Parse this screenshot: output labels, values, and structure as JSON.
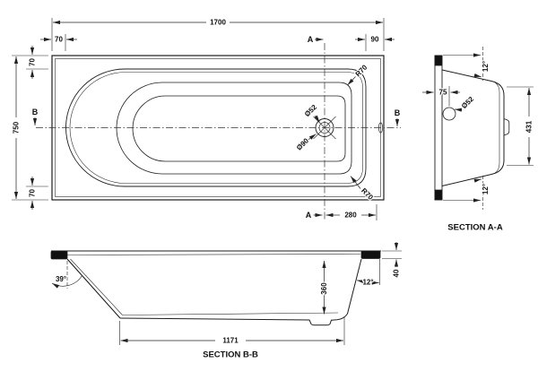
{
  "drawing": {
    "background": "#ffffff",
    "line_color": "#1d1d1d",
    "fill_color": "#111111"
  },
  "plan": {
    "length_dim": "1700",
    "left_rim_dim": "70",
    "right_rim_dim": "90",
    "width_dim": "750",
    "top_rim_dim": "70",
    "bottom_rim_dim": "70",
    "section_marker_a_top": "A",
    "section_marker_a_bottom": "A",
    "section_marker_b_left": "B",
    "section_marker_b_right": "B",
    "drain_offset_dim": "280",
    "corner_radius_top": "R70",
    "corner_radius_bottom": "R70",
    "drain_diameter": "Ø52",
    "waste_diameter": "Ø90"
  },
  "section_aa": {
    "title": "SECTION A-A",
    "top_angle": "12°",
    "bottom_angle": "12°",
    "overflow_offset_dim": "75",
    "overflow_diameter": "Ø52",
    "base_width_dim": "431"
  },
  "section_bb": {
    "title": "SECTION B-B",
    "head_angle": "39°",
    "depth_dim": "360",
    "foot_angle": "12°",
    "rim_height_dim": "40",
    "base_length_dim": "1171"
  }
}
